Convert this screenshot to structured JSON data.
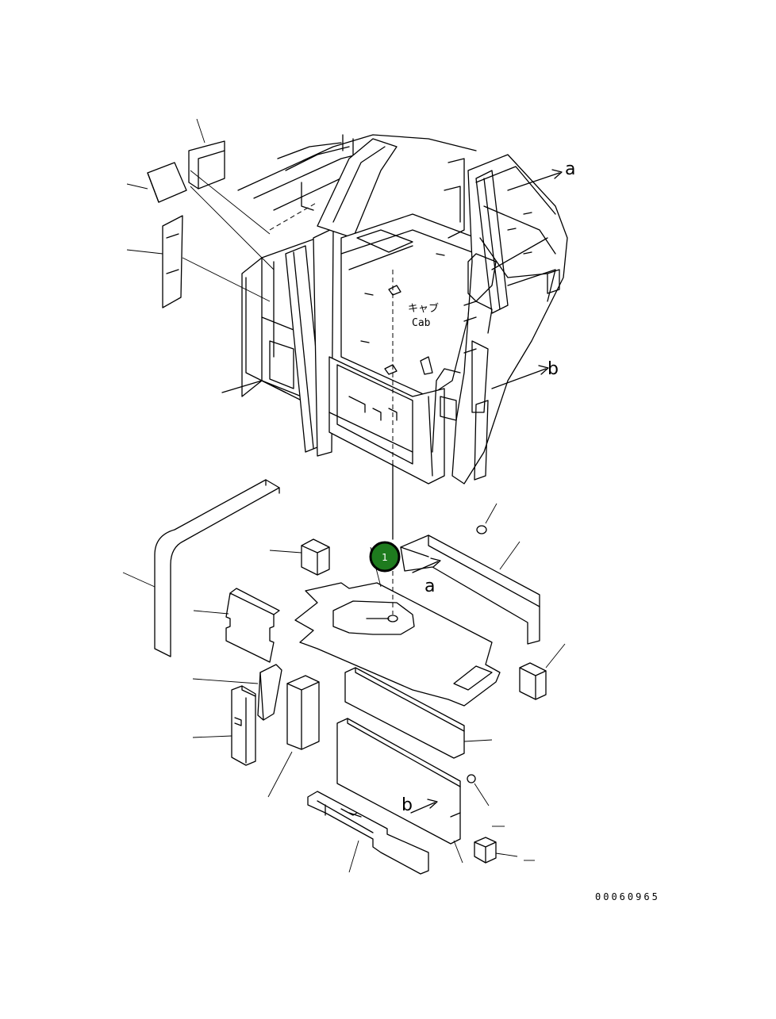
{
  "diagram": {
    "cab_label_jp": "キャブ",
    "cab_label_en": "Cab",
    "ref_a_top": "a",
    "ref_b_top": "b",
    "ref_a_bottom": "a",
    "ref_b_bottom": "b",
    "drawing_number": "00060965"
  },
  "callouts": [
    {
      "number": "1",
      "color": "#1e7b1e"
    }
  ]
}
